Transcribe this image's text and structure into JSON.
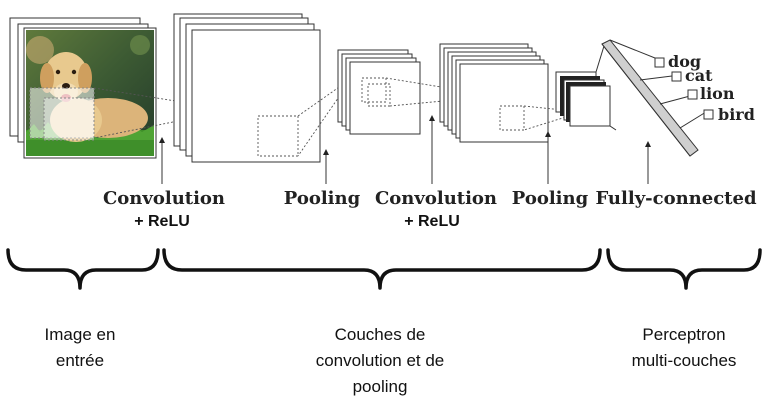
{
  "diagram": {
    "stages": {
      "conv1": {
        "line1": "Convolution",
        "line2": "+ ReLU"
      },
      "pool1": "Pooling",
      "conv2": {
        "line1": "Convolution",
        "line2": "+ ReLU"
      },
      "pool2": "Pooling",
      "fc": "Fully-connected"
    },
    "outputs": [
      "dog",
      "cat",
      "lion",
      "bird"
    ],
    "groups": {
      "input": [
        "Image en",
        "entrée"
      ],
      "conv": [
        "Couches de",
        "convolution et de",
        "pooling"
      ],
      "mlp": [
        "Perceptron",
        "multi-couches"
      ]
    },
    "colors": {
      "line": "#333333",
      "text": "#111111",
      "grass": "#3f8f2a",
      "dog": "#e8c98e"
    }
  }
}
